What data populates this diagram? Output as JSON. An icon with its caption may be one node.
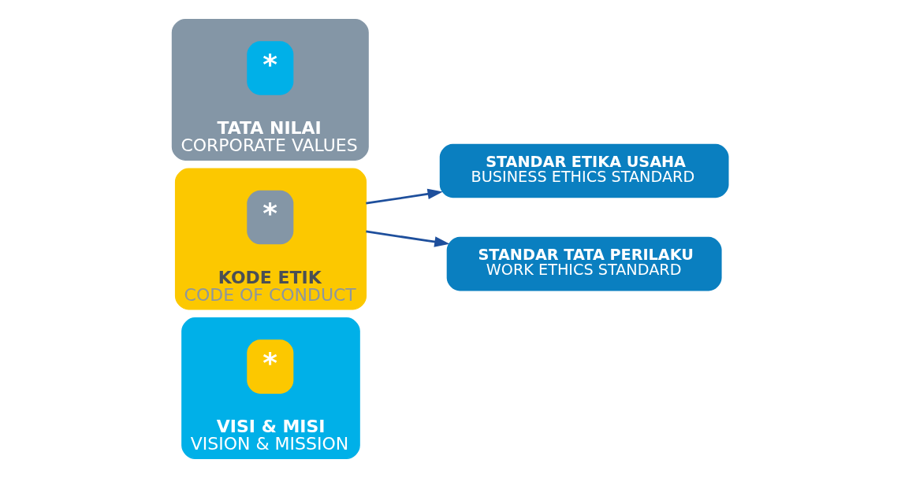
{
  "diagram": {
    "nodes": [
      {
        "text": [
          "VISI & MISI",
          "VISION & MISSION"
        ]
      },
      {
        "text": [
          "*"
        ],
        "in": 0
      },
      {
        "text": [
          "KODE ETIK",
          "CODE OF CONDUCT"
        ]
      },
      {
        "text": [
          "*"
        ],
        "in": 2
      },
      {
        "text": [
          "TATA NILAI",
          "CORPORATE VALUES"
        ]
      },
      {
        "text": [
          "*"
        ],
        "in": 4
      },
      {
        "text": [
          "STANDAR ETIKA USAHA",
          "BUSINESS ETHICS STANDARD"
        ]
      },
      {
        "text": [
          "STANDAR TATA PERILAKU",
          "WORK ETHICS STANDARD"
        ]
      }
    ],
    "edges": [
      {
        "from": 2,
        "to": 6,
        "arrow": "to"
      },
      {
        "from": 2,
        "to": 7,
        "arrow": "to"
      }
    ]
  }
}
